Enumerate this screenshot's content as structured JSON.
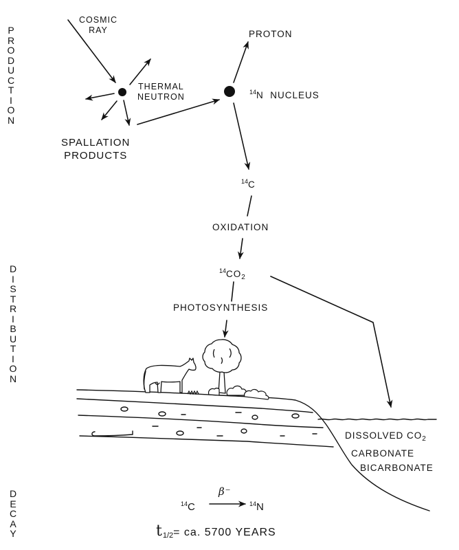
{
  "stages": {
    "production": "PRODUCTION",
    "distribution": "DISTRIBUTION",
    "decay": "DECAY"
  },
  "production": {
    "cosmic_ray": [
      "COSMIC",
      "RAY"
    ],
    "thermal_neutron": [
      "THERMAL",
      "NEUTRON"
    ],
    "spallation_products": [
      "SPALLATION",
      "PRODUCTS"
    ],
    "proton": "PROTON",
    "nitrogen_nucleus": {
      "isotope": "14",
      "element": "N",
      "label": "NUCLEUS"
    },
    "carbon14": {
      "isotope": "14",
      "element": "C"
    }
  },
  "distribution": {
    "oxidation": "OXIDATION",
    "co2": {
      "isotope": "14",
      "element": "CO",
      "subscript": "2"
    },
    "photosynthesis": "PHOTOSYNTHESIS",
    "ocean": {
      "line1": "DISSOLVED CO",
      "line1_subscript": "2",
      "line2": "CARBONATE",
      "line3": "BICARBONATE"
    }
  },
  "decay": {
    "reactant": {
      "isotope": "14",
      "element": "C"
    },
    "arrow_label": "β⁻",
    "product": {
      "isotope": "14",
      "element": "N"
    },
    "half_life_symbol": "t",
    "half_life_subscript": "1/2",
    "half_life_text": "= ca. 5700 YEARS"
  },
  "icons": [
    "cow-icon",
    "tree-icon",
    "shrub-icon",
    "particle-dot-icon",
    "arrow-icon"
  ],
  "colors": {
    "ink": "#111111",
    "background": "#ffffff"
  }
}
